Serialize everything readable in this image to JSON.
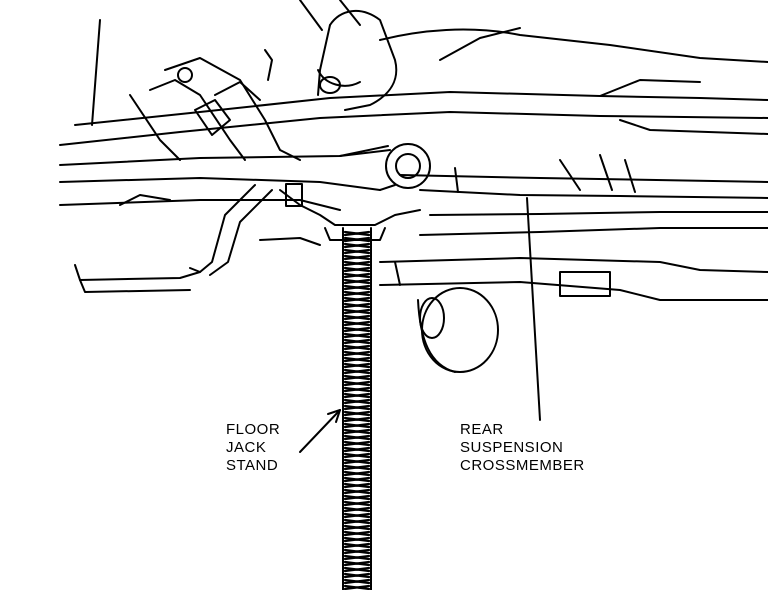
{
  "labels": {
    "floor_jack_stand": [
      "FLOOR",
      "JACK",
      "STAND"
    ],
    "rear_suspension_crossmember": [
      "REAR",
      "SUSPENSION",
      "CROSSMEMBER"
    ]
  },
  "colors": {
    "ink": "#000000",
    "paper": "#ffffff"
  }
}
